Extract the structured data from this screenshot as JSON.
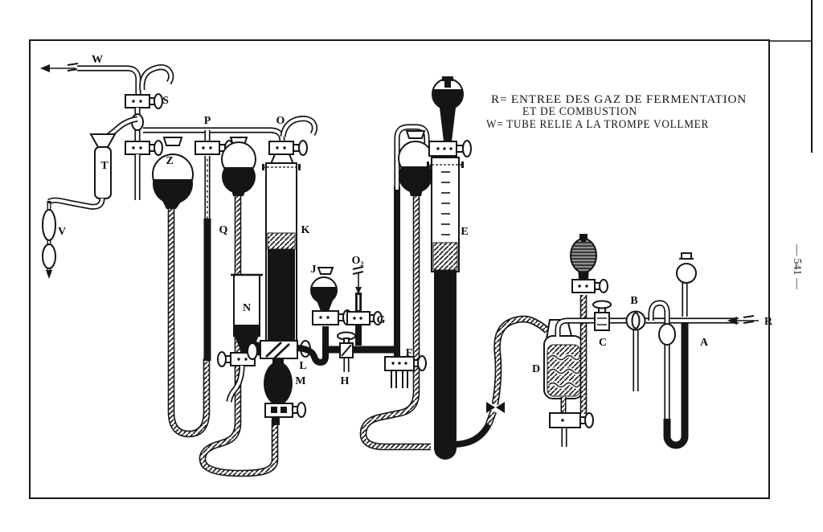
{
  "figure": {
    "legend": {
      "line1": "R= ENTREE DES GAZ DE FERMENTATION",
      "line2": "ET DE COMBUSTION",
      "line3": "W= TUBE RELIE A LA TROMPE VOLLMER"
    },
    "page_number": "— 541 —",
    "labels": {
      "W": "W",
      "S": "S",
      "T": "T",
      "V": "V",
      "Z": "Z",
      "P": "P",
      "Q": "Q",
      "O": "O",
      "K": "K",
      "N": "N",
      "J": "J",
      "L": "L",
      "M": "M",
      "H": "H",
      "O2": "O₂",
      "G": "G",
      "F": "F",
      "E": "E",
      "D": "D",
      "C": "C",
      "B": "B",
      "A": "A",
      "R": "R"
    }
  }
}
